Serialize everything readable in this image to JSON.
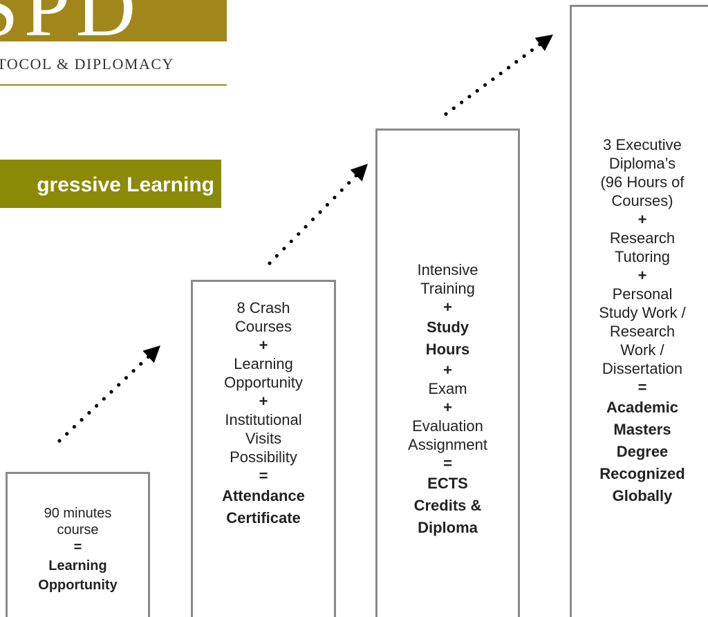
{
  "logo": {
    "letters": "SPD",
    "tagline": "OTOCOL  &  DIPLOMACY"
  },
  "banner": {
    "title": "gressive Learning"
  },
  "colors": {
    "brand_gold": "#a1871b",
    "banner_olive": "#8a8a06",
    "box_border": "#8a8a8a"
  },
  "steps": [
    {
      "lines": [
        "90 minutes",
        "course"
      ],
      "op": "=",
      "result": [
        "Learning",
        "Opportunity"
      ]
    },
    {
      "lines_a": [
        "8 Crash",
        "Courses"
      ],
      "op1": "+",
      "lines_b": [
        "Learning",
        "Opportunity"
      ],
      "op2": "+",
      "lines_c": [
        "Institutional",
        "Visits",
        "Possibility"
      ],
      "op3": "=",
      "result": [
        "Attendance",
        "Certificate"
      ]
    },
    {
      "lines_a": [
        "Intensive",
        "Training"
      ],
      "op1": "+",
      "strong_b": [
        "Study",
        "Hours"
      ],
      "op2": "+",
      "lines_c": [
        "Exam"
      ],
      "op3": "+",
      "lines_d": [
        "Evaluation",
        "Assignment"
      ],
      "op4": "=",
      "result": [
        "ECTS",
        "Credits &",
        "Diploma"
      ]
    },
    {
      "lines_a": [
        "3 Executive",
        "Diploma’s",
        "(96 Hours of",
        "Courses)"
      ],
      "op1": "+",
      "lines_b": [
        "Research",
        "Tutoring"
      ],
      "op2": "+",
      "lines_c": [
        "Personal",
        "Study Work /",
        "Research",
        "Work /",
        "Dissertation"
      ],
      "op3": "=",
      "result": [
        "Academic",
        "Masters",
        "Degree",
        "Recognized",
        "Globally"
      ]
    }
  ]
}
